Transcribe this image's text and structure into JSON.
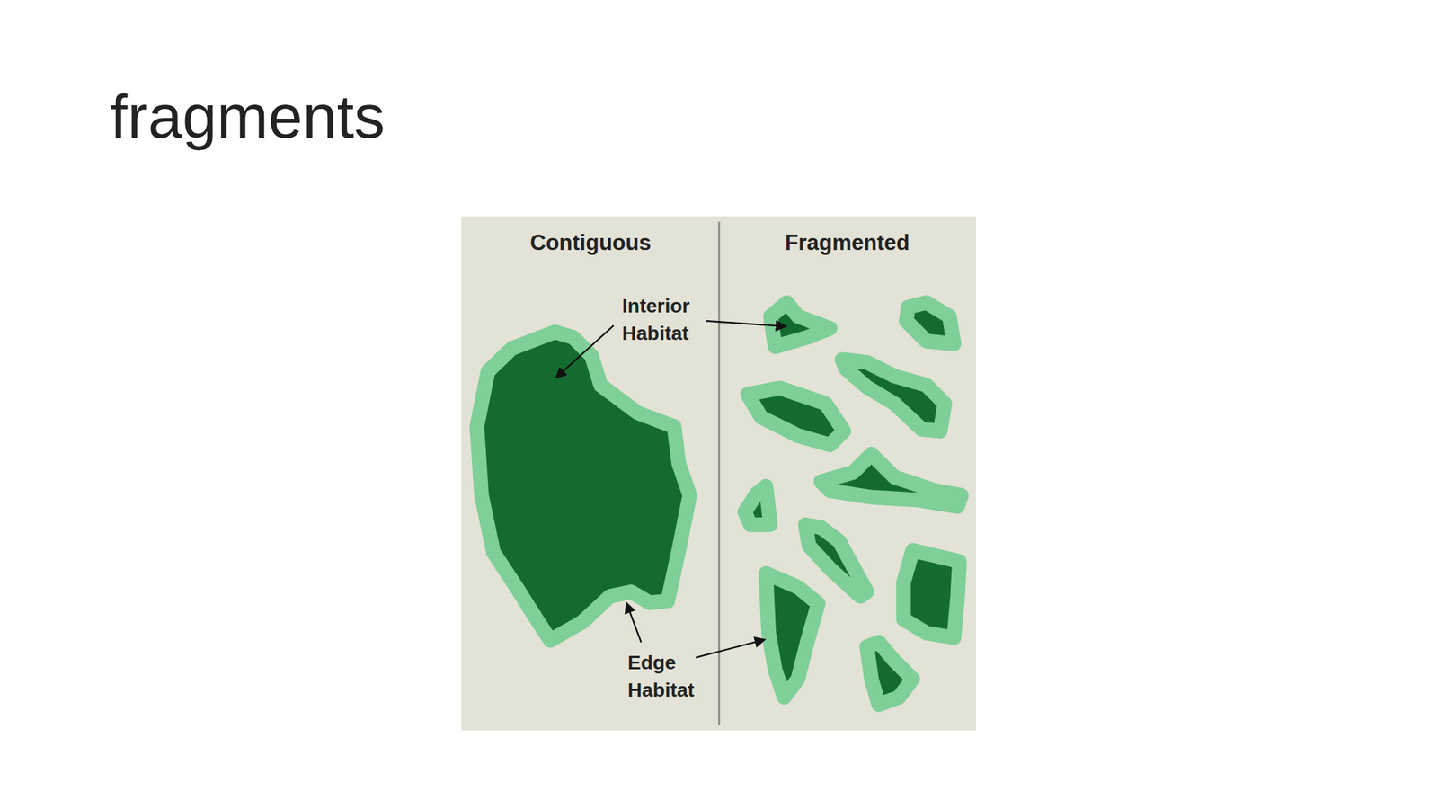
{
  "diagram": {
    "title": "fragments",
    "labels": [
      "Contiguous",
      "Fragmented",
      "Interior Habitat",
      "Edge Habitat"
    ]
  }
}
